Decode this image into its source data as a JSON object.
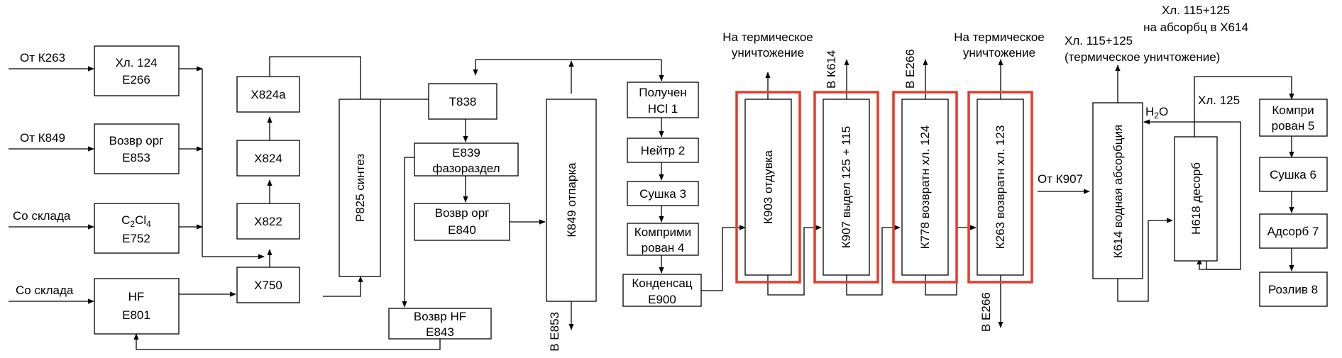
{
  "inputs": {
    "from_k263": "От К263",
    "from_k849": "От К849",
    "from_store_1": "Со склада",
    "from_store_2": "Со склада",
    "from_k907": "От К907"
  },
  "boxes": {
    "e266": [
      "Хл. 124",
      "Е266"
    ],
    "e853": [
      "Возвр орг",
      "Е853"
    ],
    "e752": [
      "C2Cl4",
      "Е752"
    ],
    "e801": [
      "HF",
      "Е801"
    ],
    "x824a": "Х824а",
    "x824": "Х824",
    "x822": "Х822",
    "x750": "Х750",
    "r825": "Р825 синтез",
    "t838": "Т838",
    "e839": [
      "Е839",
      "фазораздел"
    ],
    "e840": [
      "Возвр орг",
      "Е840"
    ],
    "e843": [
      "Возвр HF",
      "Е843"
    ],
    "k849": "К849 отпарка",
    "s1": [
      "Получен",
      "HCl 1"
    ],
    "s2": "Нейтр 2",
    "s3": "Сушка 3",
    "s4": [
      "Комприми",
      "рован 4"
    ],
    "e900": [
      "Конденсац",
      "Е900"
    ],
    "k903": "К903 отдувка",
    "k907": "К907 выдел 125 + 115",
    "k778": "К778 возвратн хл. 124",
    "k263": "К263 возвратн хл. 123",
    "k614": "К614 водная абсорбция",
    "n618": "Н618 десорб",
    "f5": [
      "Компри",
      "рован 5"
    ],
    "f6": "Сушка 6",
    "f7": "Адсорб 7",
    "f8": "Розлив 8"
  },
  "labels": {
    "thermal_1": [
      "На термическое",
      "уничтожение"
    ],
    "thermal_2": [
      "На термическое",
      "уничтожение"
    ],
    "to_k614": "В К614",
    "to_e266_top": "В Е266",
    "to_e266_bottom": "В Е266",
    "to_e853": "В Е853",
    "hl_top": [
      "Хл. 115+125",
      "на абсорбц в Х614"
    ],
    "hl_thermal": [
      "Хл. 115+125",
      "(термическое уничтожение)"
    ],
    "hl125": "Хл. 125",
    "h2o": "H2O"
  },
  "colors": {
    "highlight": "#e53b2c",
    "line": "#000000"
  }
}
